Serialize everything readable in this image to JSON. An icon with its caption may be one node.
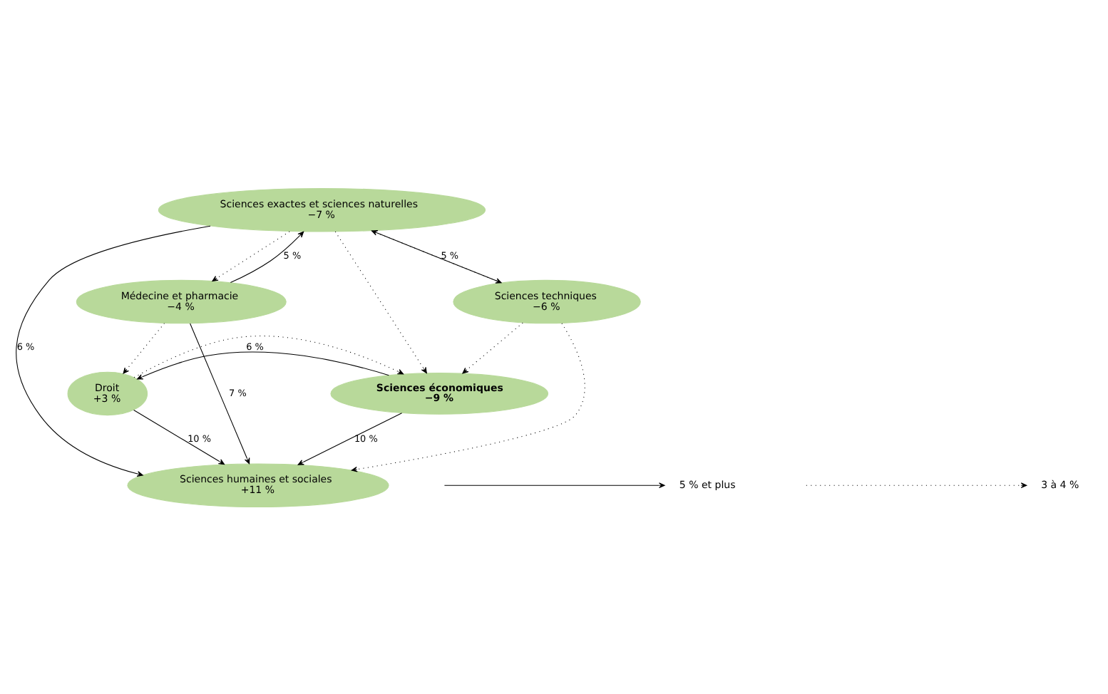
{
  "diagram": {
    "nodes": [
      {
        "text": [
          "Sciences exactes et sciences naturelles",
          "−7 %"
        ]
      },
      {
        "text": [
          "Médecine et pharmacie",
          "−4 %"
        ]
      },
      {
        "text": [
          "Sciences techniques",
          "−6 %"
        ]
      },
      {
        "text": [
          "Droit",
          "+3 %"
        ]
      },
      {
        "text": [
          "Sciences économiques",
          "−9 %"
        ]
      },
      {
        "text": [
          "Sciences humaines et sociales",
          "+11 %"
        ]
      }
    ],
    "edges": [
      {
        "from": 1,
        "to": 0,
        "arrow": "to",
        "label": "5 %"
      },
      {
        "from": 0,
        "to": 1,
        "arrow": "to",
        "style": "dashed"
      },
      {
        "from": 2,
        "to": 0,
        "arrow": "to",
        "label": "5 %"
      },
      {
        "from": 0,
        "to": 2,
        "arrow": "to",
        "style": "dashed"
      },
      {
        "from": 0,
        "to": 5,
        "arrow": "to",
        "label": "6 %"
      },
      {
        "from": 0,
        "to": 4,
        "arrow": "to",
        "style": "dashed"
      },
      {
        "from": 1,
        "to": 3,
        "arrow": "to",
        "style": "dashed"
      },
      {
        "from": 1,
        "to": 5,
        "arrow": "to",
        "label": "7 %"
      },
      {
        "from": 2,
        "to": 4,
        "arrow": "to",
        "style": "dashed"
      },
      {
        "from": 2,
        "to": 5,
        "arrow": "to",
        "style": "dashed"
      },
      {
        "from": 4,
        "to": 3,
        "arrow": "to",
        "label": "6 %"
      },
      {
        "from": 3,
        "to": 4,
        "arrow": "to",
        "style": "dashed"
      },
      {
        "from": 3,
        "to": 5,
        "arrow": "to",
        "label": "10 %"
      },
      {
        "from": 4,
        "to": 5,
        "arrow": "to",
        "label": "10 %"
      }
    ],
    "legend": [
      {
        "text": "5 % et plus"
      },
      {
        "text": "3 à 4 %"
      }
    ]
  }
}
